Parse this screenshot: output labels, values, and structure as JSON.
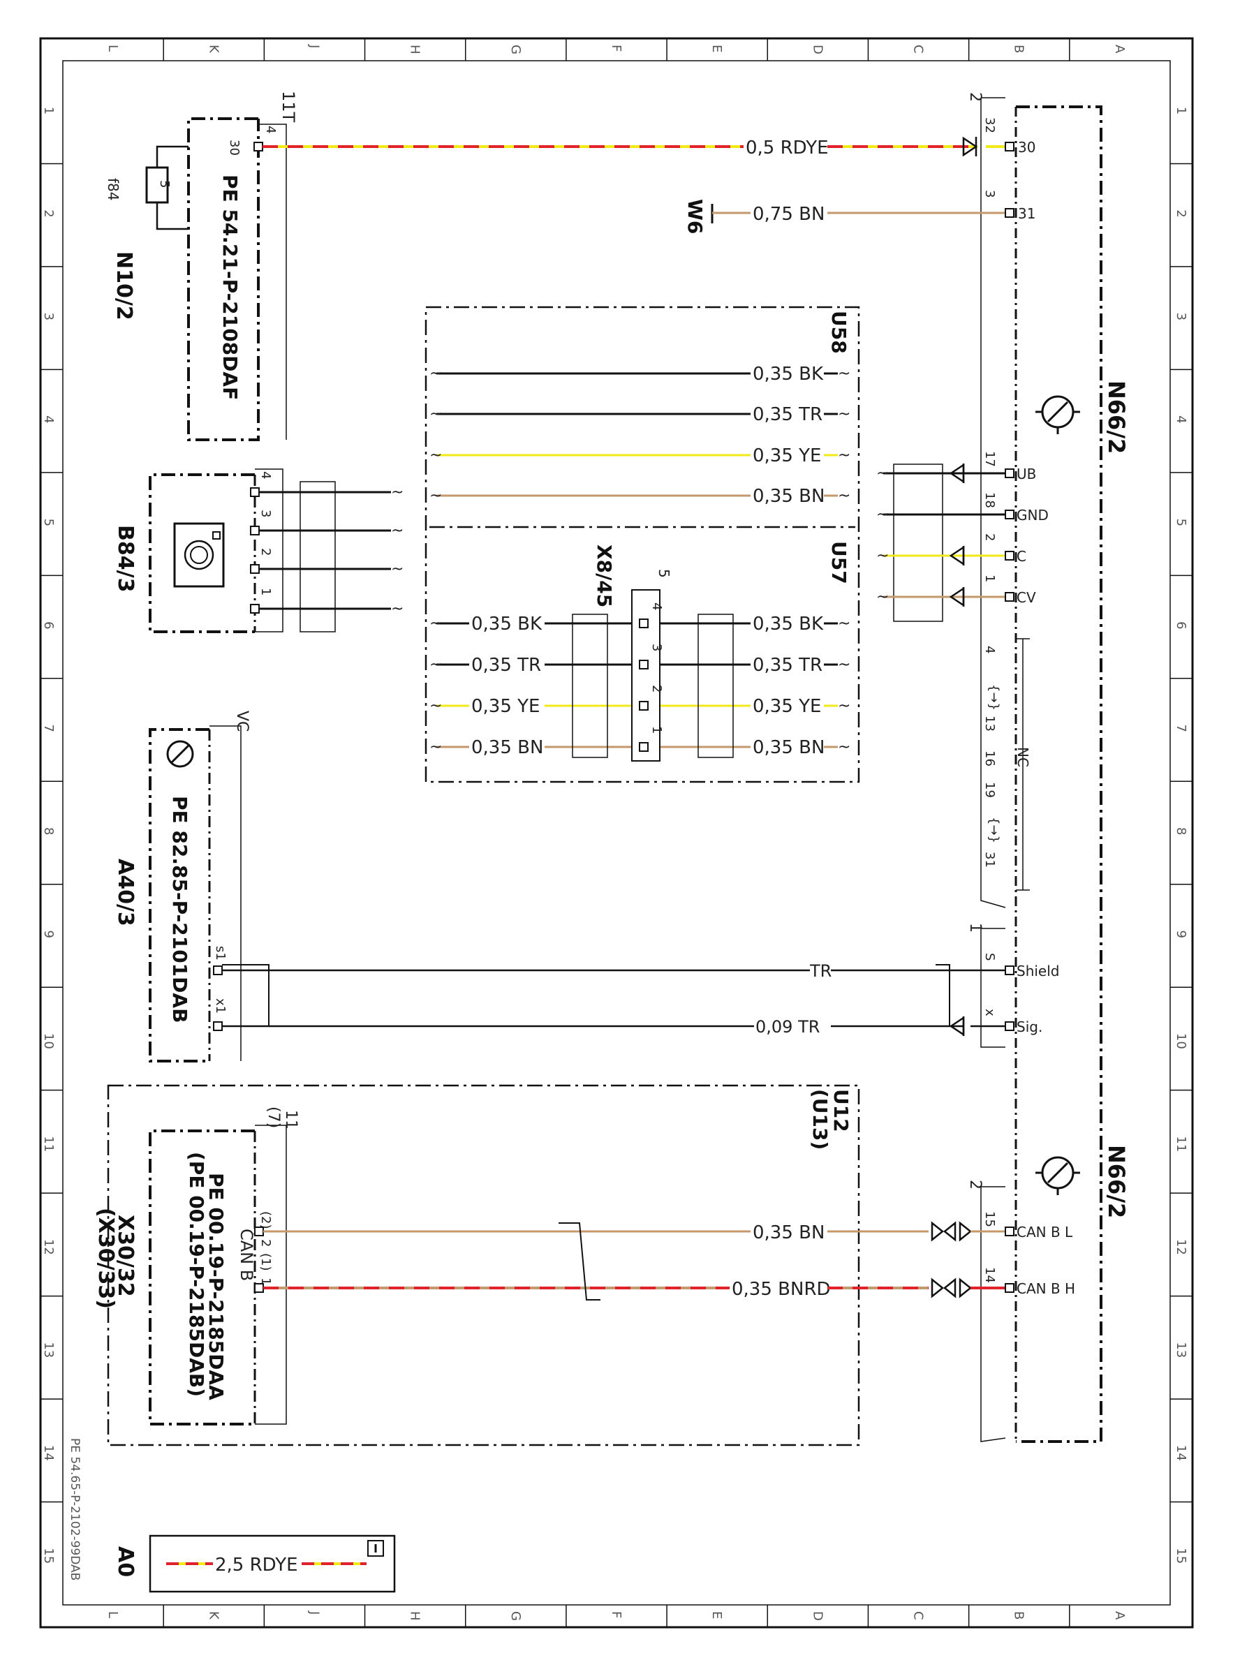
{
  "grid": {
    "columns": [
      "L",
      "K",
      "J",
      "H",
      "G",
      "F",
      "E",
      "D",
      "C",
      "B",
      "A"
    ],
    "rows": [
      "1",
      "2",
      "3",
      "4",
      "5",
      "6",
      "7",
      "8",
      "9",
      "10",
      "11",
      "12",
      "13",
      "14",
      "15"
    ]
  },
  "doc_id": "PE 54.65-P-2102-99DAB",
  "colors": {
    "BK": "#111111",
    "TR": "#111111",
    "YE": "#f2ea17",
    "BN": "#c49a6c",
    "RD": "#e0222a",
    "frame": "#111111"
  },
  "components": {
    "N10_2": {
      "code": "N10/2",
      "ref": "PE 54.21-P-2108DAF",
      "fuse_label": "f84",
      "fuse_value": "5",
      "plug": "11T"
    },
    "B84_3": {
      "code": "B84/3"
    },
    "A40_3": {
      "code": "A40/3",
      "ref": "PE 82.85-P-2101DAB",
      "plug": "VC"
    },
    "X30": {
      "code": "X30/32",
      "code_alt": "(X30/33)",
      "ref": "PE 00.19-P-2185DAA",
      "ref_alt": "(PE 00.19-P-2185DAB)",
      "bus": "CAN B",
      "plug": "11",
      "plug_alt": "(7)"
    },
    "U12": {
      "code": "U12",
      "code_alt": "(U13)"
    },
    "U58": {
      "code": "U58"
    },
    "U57": {
      "code": "U57"
    },
    "X8_45": {
      "code": "X8/45",
      "pin_count": "5"
    },
    "W6": {
      "code": "W6"
    },
    "N66_2_top": {
      "code": "N66/2"
    },
    "N66_2_bottom": {
      "code": "N66/2"
    },
    "A0": {
      "code": "A0",
      "legend": "2,5 RDYE"
    }
  },
  "connectors": {
    "n66_upper_plug": "2",
    "n66_lower_plug": "2",
    "n66_shield_plug": "1",
    "nc_label": "NC",
    "nc_pins": [
      "4",
      "13",
      "16",
      "19",
      "31"
    ]
  },
  "wires": [
    {
      "id": "w30",
      "label": "0,5 RDYE",
      "from_pin": "30",
      "from_cav": "4",
      "to_cav": "32",
      "to_pin": "30"
    },
    {
      "id": "w31",
      "label": "0,75 BN",
      "to_cav": "3",
      "to_pin": "31"
    },
    {
      "id": "wUB",
      "to_cav": "17",
      "to_pin": "UB"
    },
    {
      "id": "wGND",
      "to_cav": "18",
      "to_pin": "GND"
    },
    {
      "id": "wC",
      "to_cav": "2",
      "to_pin": "C"
    },
    {
      "id": "wCV",
      "to_cav": "1",
      "to_pin": "CV"
    },
    {
      "id": "wShield",
      "label": "TR",
      "from_pin": "s1",
      "to_cav": "S",
      "to_pin": "Shield"
    },
    {
      "id": "wSig",
      "label": "0,09 TR",
      "from_pin": "x1",
      "to_cav": "x",
      "to_pin": "Sig."
    },
    {
      "id": "wCANL",
      "label": "0,35 BN",
      "from_cav": "2",
      "from_cav_alt": "(2)",
      "to_cav": "15",
      "to_pin": "CAN B L"
    },
    {
      "id": "wCANH",
      "label": "0,35 BNRD",
      "from_cav": "1",
      "from_cav_alt": "(1)",
      "to_cav": "14",
      "to_pin": "CAN B H"
    }
  ],
  "u58_wires": [
    "0,35 BK",
    "0,35 TR",
    "0,35 YE",
    "0,35 BN"
  ],
  "u57_left_wires": [
    "0,35 BK",
    "0,35 TR",
    "0,35 YE",
    "0,35 BN"
  ],
  "u57_right_wires": [
    "0,35 BK",
    "0,35 TR",
    "0,35 YE",
    "0,35 BN"
  ],
  "x845_pins": [
    "4",
    "3",
    "2",
    "1"
  ],
  "b84_pins": [
    "4",
    "3",
    "2",
    "1"
  ]
}
